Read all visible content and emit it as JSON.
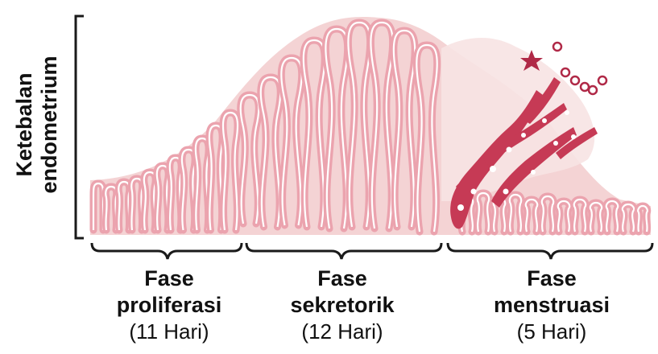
{
  "y_axis_label": {
    "line1": "Ketebalan",
    "line2": "endometrium"
  },
  "phases": [
    {
      "name_line1": "Fase",
      "name_line2": "proliferasi",
      "duration": "(11 Hari)"
    },
    {
      "name_line1": "Fase",
      "name_line2": "sekretorik",
      "duration": "(12 Hari)"
    },
    {
      "name_line1": "Fase",
      "name_line2": "menstruasi",
      "duration": "(5 Hari)"
    }
  ],
  "colors": {
    "tissue_fill": "#f4d3d4",
    "gland_fill": "#eba3ae",
    "gland_stroke": "#d47b8c",
    "gland_lumen": "#ffffff",
    "blood": "#c63a55",
    "blood_dark": "#b02947",
    "axis": "#1a1a1a"
  }
}
